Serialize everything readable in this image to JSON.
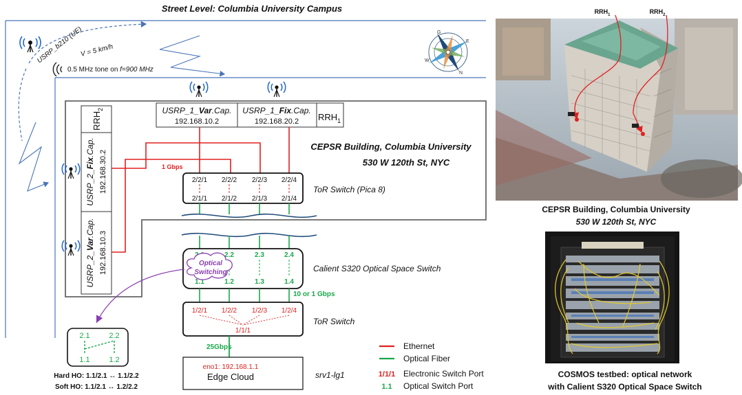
{
  "header": {
    "title": "Street Level: Columbia University Campus"
  },
  "street": {
    "ue_label": "USRP_b210 (UE)",
    "speed": "V = 5 km/h",
    "tone": "0.5 MHz tone on ",
    "tone_freq": "f=900 MHz"
  },
  "rrh1": {
    "name": "RRH",
    "sub": "1",
    "var_prefix": "USRP_1_",
    "var_bold": "Var",
    "var_suffix": ".Cap.",
    "var_ip": "192.168.10.2",
    "fix_prefix": "USRP_1_",
    "fix_bold": "Fix",
    "fix_suffix": ".Cap.",
    "fix_ip": "192.168.20.2"
  },
  "rrh2": {
    "name": "RRH",
    "sub": "2",
    "fix_prefix": "USRP_2_",
    "fix_bold": "Fix",
    "fix_suffix": ".Cap.",
    "fix_ip": "192.168.30.2",
    "var_prefix": "USRP_2_",
    "var_bold": "Var",
    "var_suffix": ".Cap.",
    "var_ip": "192.168.10.3"
  },
  "building": {
    "line1": "CEPSR Building, Columbia University",
    "line2": "530 W 120th St, NYC"
  },
  "tor_pica": {
    "label": "ToR Switch (Pica 8)",
    "rate": "1 Gbps",
    "top_ports": [
      "2/2/1",
      "2/2/2",
      "2/2/3",
      "2/2/4"
    ],
    "bottom_ports": [
      "2/1/1",
      "2/1/2",
      "2/1/3",
      "2/1/4"
    ]
  },
  "calient": {
    "label": "Calient S320  Optical Space Switch",
    "bubble": [
      "Optical",
      "Switching"
    ],
    "top_ports": [
      "2.1",
      "2.2",
      "2.3",
      "2.4"
    ],
    "bottom_ports": [
      "1.1",
      "1.2",
      "1.3",
      "1.4"
    ],
    "rate": "10 or 1 Gbps"
  },
  "tor": {
    "label": "ToR Switch",
    "ports": [
      "1/2/1",
      "1/2/2",
      "1/2/3",
      "1/2/4"
    ],
    "uplink": "1/1/1",
    "link": "25Gbps"
  },
  "edge": {
    "ip": "eno1: 192.168.1.1",
    "name": "Edge Cloud",
    "server": "srv1-lg1"
  },
  "handover": {
    "top_ports": [
      "2.1",
      "2.2"
    ],
    "bottom_ports": [
      "1.1",
      "1.2"
    ],
    "hard": "Hard HO: 1.1/2.1 ↔ 1.1/2.2",
    "soft": "Soft HO: 1.1/2.1 ↔ 1.2/2.2"
  },
  "legend": [
    {
      "key": "",
      "text": "Ethernet"
    },
    {
      "key": "",
      "text": "Optical Fiber"
    },
    {
      "key": "1/1/1",
      "text": "Electronic Switch Port"
    },
    {
      "key": "1.1",
      "text": "Optical Switch Port"
    }
  ],
  "photo1": {
    "rrh1": "RRH",
    "rrh1_sub": "1",
    "rrh2": "RRH",
    "rrh2_sub": "2",
    "caption1": "CEPSR Building, Columbia University",
    "caption2": "530 W 120th St, NYC"
  },
  "photo2": {
    "caption1": "COSMOS testbed: optical network",
    "caption2": "with Calient S320 Optical Space Switch"
  },
  "colors": {
    "ethernet": "#e02020",
    "fiber": "#19a84a",
    "street": "#4a74b8",
    "purple": "#8a3fb0"
  }
}
